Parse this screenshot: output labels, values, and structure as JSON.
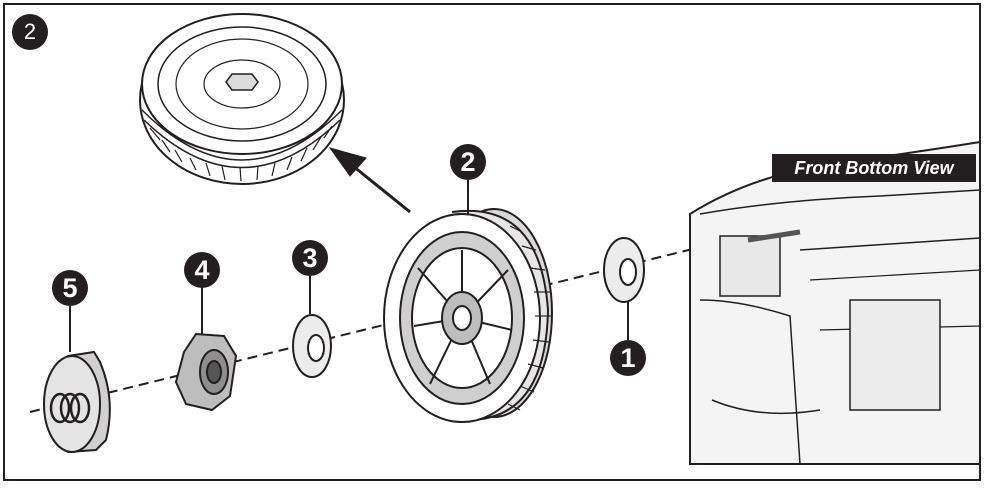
{
  "step": {
    "number": "2"
  },
  "view_label": "Front Bottom View",
  "parts": [
    {
      "number": "1",
      "icon": "washer-icon"
    },
    {
      "number": "2",
      "icon": "wheel-icon"
    },
    {
      "number": "3",
      "icon": "washer-icon"
    },
    {
      "number": "4",
      "icon": "nut-icon"
    },
    {
      "number": "5",
      "icon": "hubcap-icon"
    }
  ],
  "colors": {
    "line": "#231f20",
    "metal": "#c8c8c8",
    "badge": "#231f20"
  }
}
